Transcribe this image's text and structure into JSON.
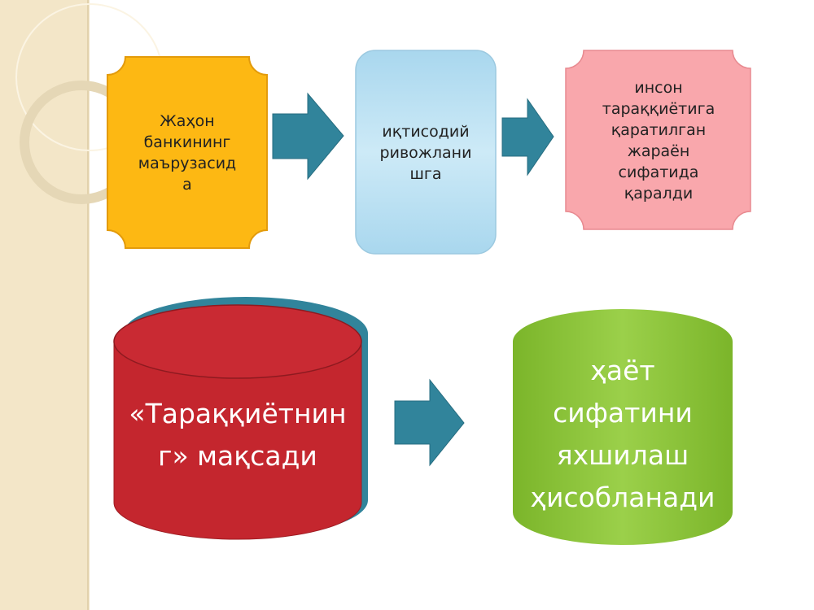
{
  "box1": {
    "lines": [
      "Жаҳон",
      "банкининг",
      "маърузасид",
      "а"
    ]
  },
  "box2": {
    "lines": [
      "иқтисодий",
      "ривожлани",
      "шга"
    ]
  },
  "box3": {
    "lines": [
      "инсон",
      "тараққиётига",
      "қаратилган",
      "жараён",
      "сифатида",
      "қаралди"
    ]
  },
  "cyl_red": {
    "lines": [
      "«Тараққиётнин",
      "г» мақсади"
    ]
  },
  "cyl_green": {
    "lines": [
      "ҳаёт",
      "сифатини",
      "яхшилаш",
      "ҳисобланади",
      "."
    ]
  },
  "colors": {
    "yellow": "#FDB813",
    "blue": "#BFE3F4",
    "pink": "#F9A7AC",
    "red": "#C4262E",
    "teal": "#31849B",
    "green": "#8DC63F",
    "sidebar": "#F3E6C8"
  }
}
